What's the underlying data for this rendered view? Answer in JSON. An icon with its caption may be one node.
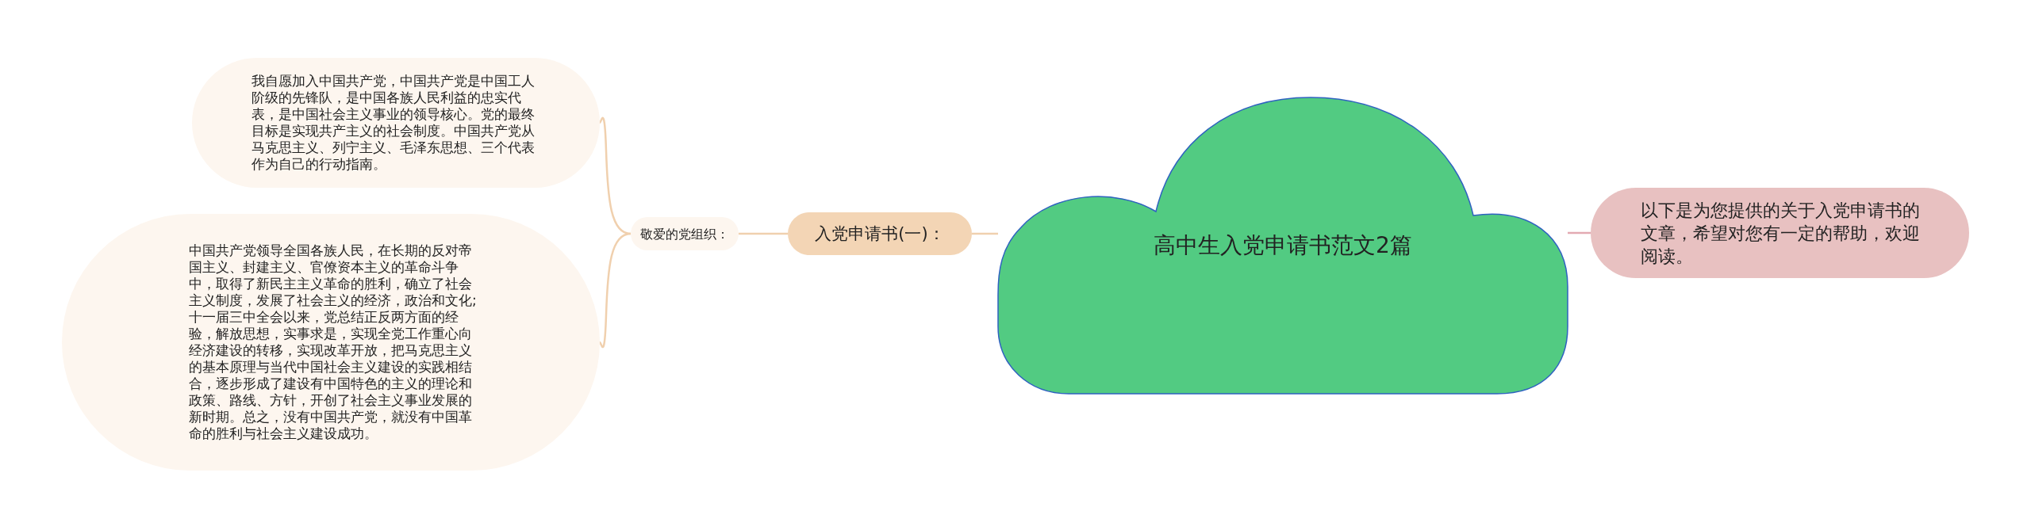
{
  "diagram": {
    "nodes": [
      {
        "text": [
          "高中生入党申请书范文2篇"
        ]
      },
      {
        "text": [
          "入党申请书(一)："
        ]
      },
      {
        "text": [
          "敬爱的党组织："
        ]
      },
      {
        "text": [
          "我自愿加入中国共产党，中国共产党是中国工人阶级的先锋队，是中国各族人民利益的忠实代表，是中国社会主义事业的领导核心。党的最终目标是实现共产主义的社会制度。中国共产党从马克思主义、列宁主义、毛泽东思想、三个代表作为自己的行动指南。"
        ]
      },
      {
        "text": [
          "中国共产党领导全国各族人民，在长期的反对帝国主义、封建主义、官僚资本主义的革命斗争中，取得了新民主主义革命的胜利，确立了社会主义制度，发展了社会主义的经济，政治和文化;十一届三中全会以来，党总结正反两方面的经验，解放思想，实事求是，实现全党工作重心向经济建设的转移，实现改革开放，把马克思主义的基本原理与当代中国社会主义建设的实践相结合，逐步形成了建设有中国特色的主义的理论和政策、路线、方针，开创了社会主义事业发展的新时期。总之，没有中国共产党，就没有中国革命的胜利与社会主义建设成功。"
        ]
      },
      {
        "text": [
          "以下是为您提供的关于入党申请书的文章，希望对您有一定的帮助，欢迎阅读。"
        ]
      }
    ],
    "edges": [
      {
        "from": 0,
        "to": 1,
        "arrow": "none"
      },
      {
        "from": 1,
        "to": 2,
        "arrow": "none"
      },
      {
        "from": 2,
        "to": 3,
        "arrow": "none"
      },
      {
        "from": 2,
        "to": 4,
        "arrow": "none"
      },
      {
        "from": 0,
        "to": 5,
        "arrow": "none",
        "color": "#e3aab2"
      }
    ]
  }
}
